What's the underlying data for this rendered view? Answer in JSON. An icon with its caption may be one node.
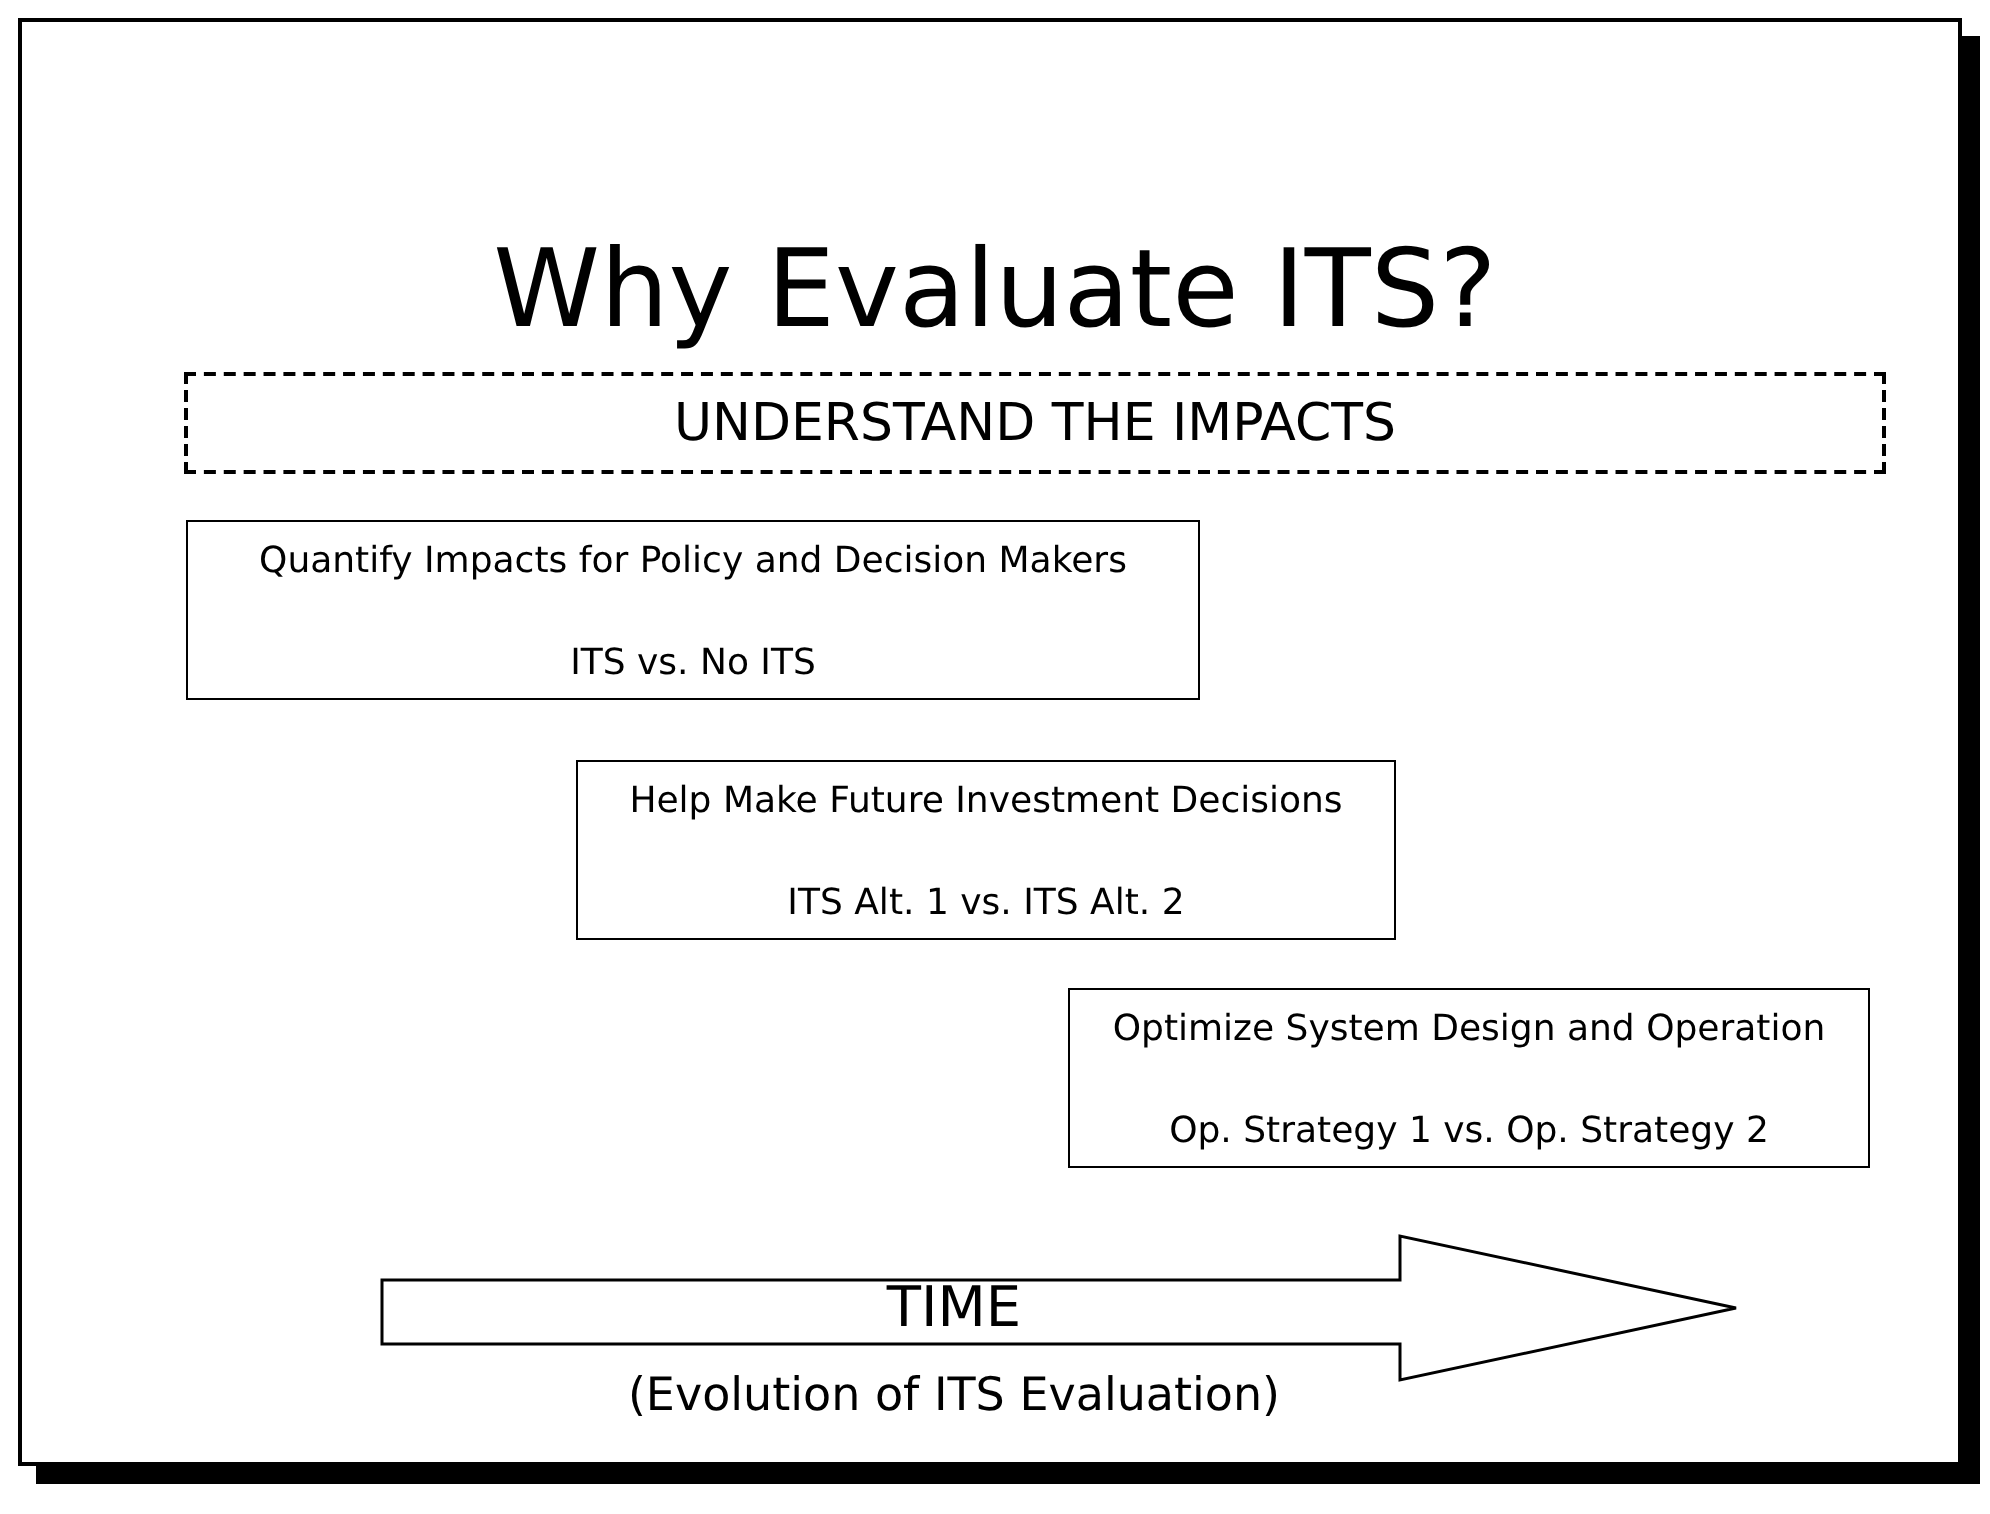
{
  "diagram": {
    "title": "Why Evaluate ITS?",
    "nodes": [
      {
        "text": [
          "UNDERSTAND THE IMPACTS"
        ]
      },
      {
        "text": [
          "Quantify Impacts for Policy and Decision Makers",
          "ITS vs. No ITS"
        ]
      },
      {
        "text": [
          "Help Make Future Investment Decisions",
          "ITS Alt. 1 vs. ITS Alt. 2"
        ]
      },
      {
        "text": [
          "Optimize System Design and Operation",
          "Op. Strategy 1 vs. Op. Strategy 2"
        ]
      },
      {
        "text": [
          "TIME"
        ],
        "beside": [
          "(Evolution of ITS Evaluation)"
        ]
      }
    ],
    "edges": []
  }
}
